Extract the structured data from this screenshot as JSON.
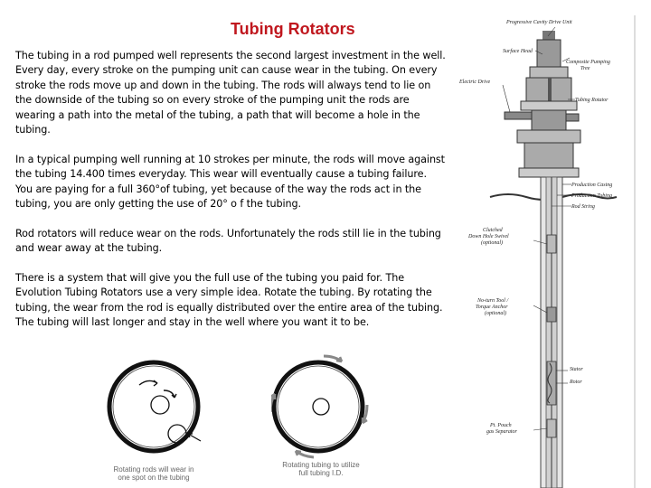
{
  "title": "Tubing Rotators",
  "paragraphs": [
    "The tubing in a rod pumped well represents the second largest investment in the well.  Every day, every stroke on the pumping unit can cause wear in the tubing.  On every stroke the rods move up and down in the tubing.  The rods will always tend to lie on the downside of the tubing so on every stroke of the pumping unit the rods are wearing a path into the metal of the tubing, a path that will become a hole in the tubing.",
    "In a typical pumping well running at 10 strokes per minute, the rods will move against the tubing 14.400 times everyday.  This wear will eventually cause a tubing failure.  You are paying for a full 360°of tubing, yet because of the way the rods act in the tubing, you are only getting the use of 20° o f the tubing.",
    "Rod rotators will reduce wear on the rods.  Unfortunately the rods still lie in the tubing and wear away at the tubing.",
    "There is a system that will give you the full use of the tubing you paid for.  The Evolution Tubing Rotators use a very simple idea.  Rotate the tubing.  By rotating the tubing, the wear from the rod is equally distributed over the entire area of the tubing.  The tubing will last longer and stay in the well where you want it to be."
  ],
  "figures": {
    "left_caption_1": "Rotating rods will wear in",
    "left_caption_2": "one spot on the tubing",
    "right_caption_1": "Rotating tubing to utilize",
    "right_caption_2": "full tubing I.D."
  },
  "diagram_labels": {
    "drive_unit": "Progressive Cavity Drive Unit",
    "surface_head": "Surface Head",
    "composite_tree_1": "Composite Pumping",
    "composite_tree_2": "Tree",
    "electric_drive": "Electric Drive",
    "tubing_rotator": "Tubing Rotator",
    "production_casing": "Production Casing",
    "production_tubing": "Production Tubing",
    "rod_string": "Rod String",
    "clutched_1": "Clutched",
    "clutched_2": "Down Hole Swivel",
    "clutched_3": "(optional)",
    "noturn_1": "No-turn Tool /",
    "noturn_2": "Torque Anchor",
    "noturn_3": "(optional)",
    "stator": "Stator",
    "rotor": "Rotor",
    "gas_sep_1": "Pt. Pouch",
    "gas_sep_2": "gas Separator"
  }
}
